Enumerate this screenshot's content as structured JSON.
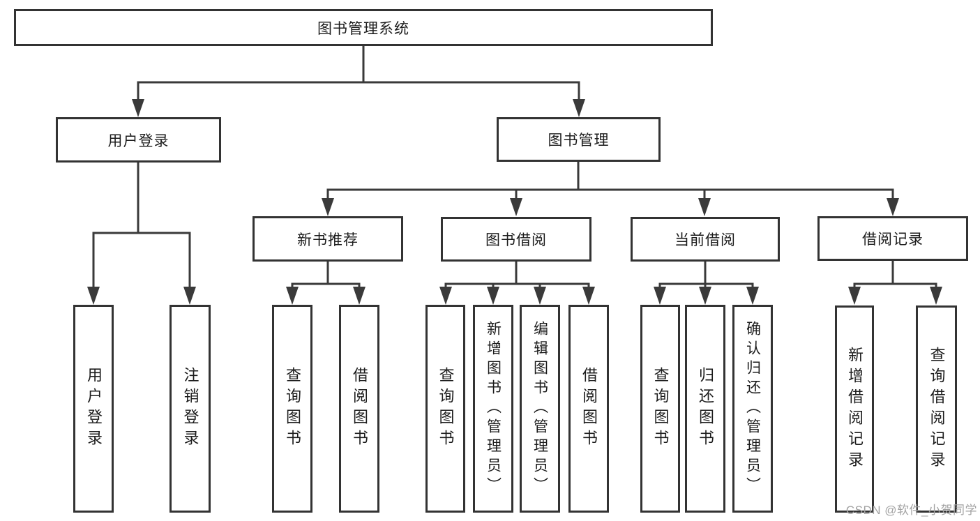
{
  "diagram": {
    "root": {
      "label": "图书管理系统"
    },
    "level2": {
      "user_login": {
        "label": "用户登录"
      },
      "book_mgmt": {
        "label": "图书管理"
      }
    },
    "level3": {
      "new_book_rec": {
        "label": "新书推荐"
      },
      "book_borrow": {
        "label": "图书借阅"
      },
      "current_borrow": {
        "label": "当前借阅"
      },
      "borrow_records": {
        "label": "借阅记录"
      }
    },
    "leaves": {
      "user_login": {
        "label": "用户登录"
      },
      "logout": {
        "label": "注销登录"
      },
      "nb_query_book": {
        "label": "查询图书"
      },
      "nb_borrow_book": {
        "label": "借阅图书"
      },
      "bb_query_book": {
        "label": "查询图书"
      },
      "bb_add_book": {
        "label": "新增图书（管理员）"
      },
      "bb_edit_book": {
        "label": "编辑图书（管理员）"
      },
      "bb_borrow_book": {
        "label": "借阅图书"
      },
      "cb_query_book": {
        "label": "查询图书"
      },
      "cb_return_book": {
        "label": "归还图书"
      },
      "cb_confirm_return": {
        "label": "确认归还（管理员）"
      },
      "br_add_record": {
        "label": "新增借阅记录"
      },
      "br_query_record": {
        "label": "查询借阅记录"
      }
    },
    "watermark": "CSDN @软件_小贺同学",
    "colors": {
      "line": "#3a3a3a",
      "border": "#333333",
      "text": "#1c1c1c",
      "watermark_text": "#a2a2a2",
      "background": "#ffffff"
    }
  }
}
